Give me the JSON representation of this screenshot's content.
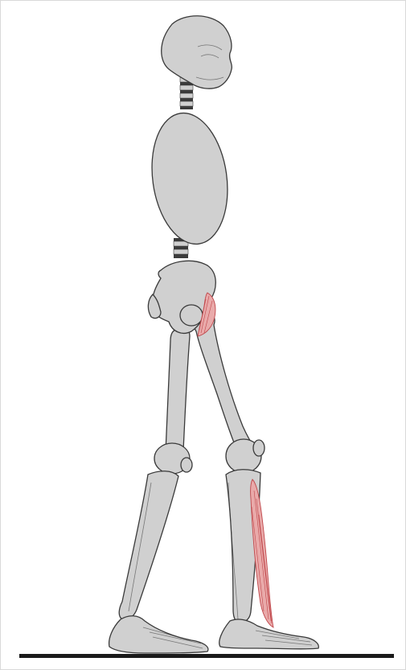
{
  "figure": {
    "subject": "walking-skeleton-side-view",
    "highlighted_muscles": [
      "hip-muscle",
      "calf-muscle"
    ],
    "colors": {
      "background": "#ffffff",
      "frame_border": "#d9d9d9",
      "bone_fill": "#d0d0d0",
      "bone_outline": "#3a3a3a",
      "bone_shade": "#b8b8b8",
      "vertebra_dark": "#3c3c3c",
      "muscle_fill": "#e9aaaa",
      "muscle_stroke": "#c0484c",
      "ground": "#1a1a1a"
    }
  }
}
